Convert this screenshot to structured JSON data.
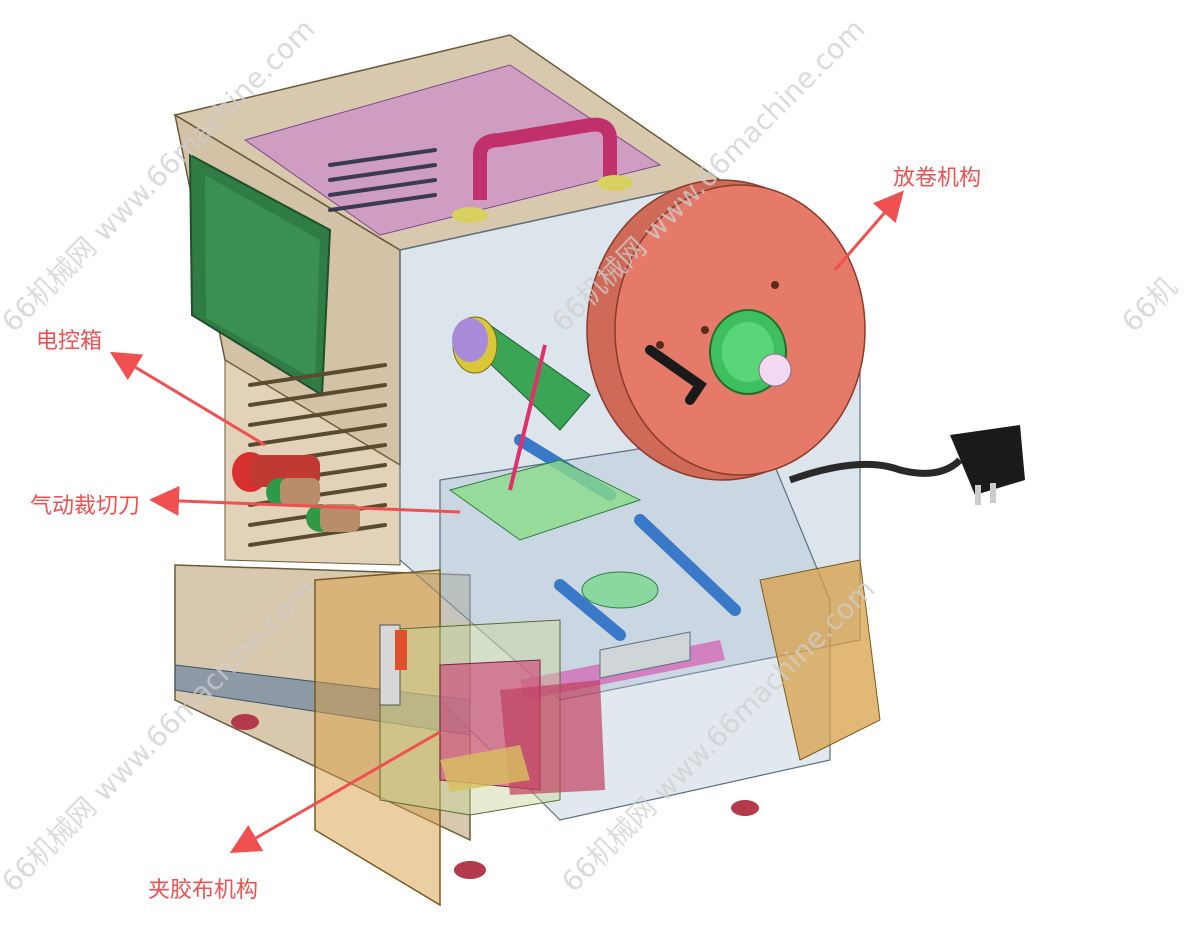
{
  "colors": {
    "callout": "#f05050",
    "watermark": "#cfcfcf",
    "reel": "#e57a68",
    "control_box": "#b89a6c",
    "motor": "#3aa655",
    "handle": "#c0306a",
    "panel": "#2f7d45"
  },
  "labels": {
    "unwind": "放卷机构",
    "control_box": "电控箱",
    "cutter": "气动裁切刀",
    "clamp": "夹胶布机构"
  },
  "watermarks": [
    "66机械网 www.66machine.com",
    "66机械网 www.66machine.com",
    "66机械网 www.66machine.com",
    "66机械网 www.66machine.com",
    "66机"
  ]
}
